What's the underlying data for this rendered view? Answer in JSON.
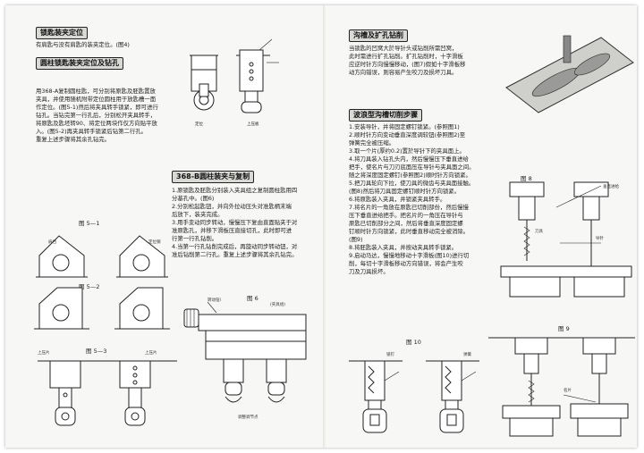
{
  "left": {
    "title1": "锁匙装夹定位",
    "text1": [
      "有肩匙与没有肩匙的装夹定位。(图4)"
    ],
    "title2": "圆柱锁匙装夹定位及钻孔",
    "text2": [
      "用368-A复制圆柱匙，可分别将原匙及胚匙置放",
      "夹具，并使用随机附带定位圆柱用于放匙槽一面",
      "作定位。(图5-1)然后将夹具转手锁紧，即可进行",
      "钻孔。当钻完第一行孔后，分别松开夹具转手，",
      "将原匙及匙坯转90、将定位两块作仅方向贴平放",
      "入。(图5-2)再夹具转手锁紧后钻第二行孔。",
      "重复上述步骤将其余孔钻完。"
    ],
    "fig5_1": "图  5—1",
    "fig5_2": "图  5—2",
    "fig5_3": "图  5—3",
    "lbl_shoulder_stop": "肩挡",
    "lbl_locator": "定位钢",
    "lbl_upper_jaw": "上压片"
  },
  "middle": {
    "title3": "368-B圆柱装夹与复制",
    "steps": [
      "1.原锁匙及胚匙分别装入夹具组之复制圆柱匙用四",
      "  分基孔中。(图6)",
      "2.分别松起匙钮，并向外拉动压头对准匙柄末端",
      "  后放下，装夹完成。",
      "3.用手变动同步转动，慢慢压下复由直面贴夹于对",
      "  准原匙孔，并移下滑板压直接切孔，此时即可进",
      "  行第一行孔钻削。",
      "4.当第一行孔钻削完成后，再旋动同步转动钮，对",
      "  准后钻削第二行孔。重复上述步骤将其余孔钻完。"
    ],
    "fig6": "图  6",
    "lbl_knob": "转动钮Ⅰ",
    "lbl_clamp": "(夹具组)",
    "lbl_bottom": "调整调节点",
    "top_small1": "定位",
    "top_small2": "上压板"
  },
  "right": {
    "title4": "沟槽及扩孔钻削",
    "text4": [
      "当锁匙的凹窝大於导针头或钻削所需凹窝，",
      "此时需进行扩孔钻削。扩孔钻削时，十字滑板",
      "应逆时针方向慢慢移动，(图7)假如十字滑板移",
      "动方向错误，则容易产生咬刀及损坏刀具。"
    ],
    "title5": "波浪型沟槽切削步骤",
    "steps5": [
      "1.安装导针，并将固定螺钉锁紧。(参照图1)",
      "2.顺时针方向变动垂直深度调较钮(参照图2)至",
      "  弹簧完全被压缩。",
      "3.取一个片(厚约0.2)置於导针下的夹具面上。",
      "4.将刀具装入钻孔头内，然后慢慢压下垂直进给",
      "  把手，使名片与刀刃底面压在导针与夹具面之间。",
      "  随之将深度固定螺钉(参照图2)顺时针方向锁紧。",
      "5.把刀具轮向下拉，使刀具的微齿与夹具面接触。",
      "  (图8)然后将刀具固定螺钉顺时针方向锁紧。",
      "6.将原匙装入夹具，并锁紧夹具转手。",
      "7.将名片的一角放在原匙已切削部份，然后慢慢",
      "  压下垂直进给把手。把名片的一角压在导针与",
      "  原匙已切削部分之间，然后将垂直深度固定螺",
      "  钉顺时针方向锁紧，此时垂直移动完全被消除。",
      "  (图9)",
      "8.将胚匙装入夹具，并按动夹具转手锁紧。",
      "9.启动马达，慢慢地移动十字滑板(图10)进行切",
      "  削，每切十字滑板移动方向错误，将会产生咬",
      "  刀及刀具损坏。"
    ],
    "fig8": "图  8",
    "fig9": "图  9",
    "fig10": "图  10",
    "lbl_feed": "垂直进给",
    "lbl_cutter": "刀具",
    "lbl_guide": "导针",
    "lbl_card": "名片",
    "lbl_pin": "锁钉",
    "lbl_spring": "弹簧"
  }
}
